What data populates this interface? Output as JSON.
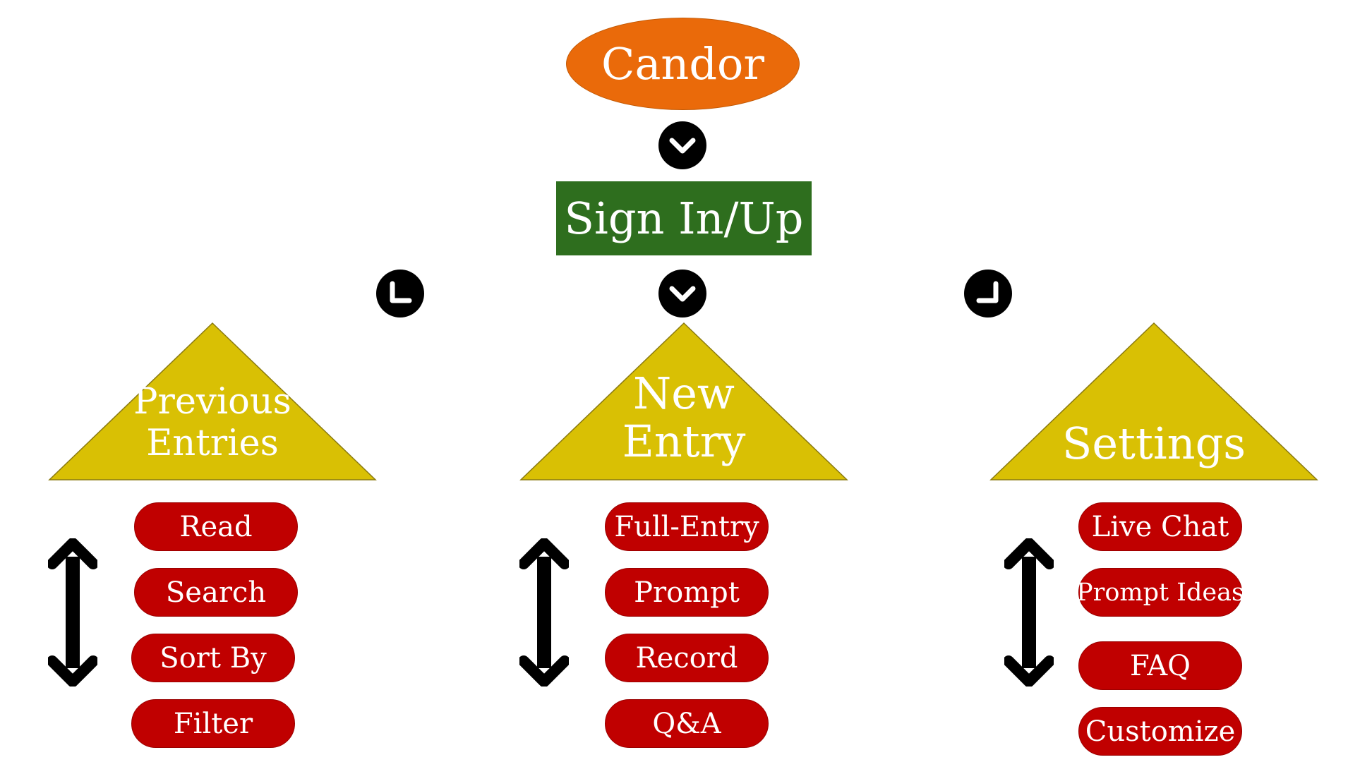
{
  "colors": {
    "root": "#ea6a0a",
    "signin": "#2e6e1e",
    "section": "#d9c004",
    "section_border": "#8a7a10",
    "pill": "#c00000",
    "icon": "#000000"
  },
  "root": {
    "label": "Candor",
    "shape": "ellipse"
  },
  "signin": {
    "label": "Sign In/Up",
    "shape": "rectangle"
  },
  "connectors": [
    {
      "name": "chevron-down-icon",
      "from": "Candor",
      "to": "Sign In/Up"
    },
    {
      "name": "turn-left-icon",
      "from": "Sign In/Up",
      "to": "Previous Entries"
    },
    {
      "name": "chevron-down-icon",
      "from": "Sign In/Up",
      "to": "New Entry"
    },
    {
      "name": "turn-right-icon",
      "from": "Sign In/Up",
      "to": "Settings"
    }
  ],
  "sections": [
    {
      "title_lines": [
        "Previous",
        "Entries"
      ],
      "items": [
        "Read",
        "Search",
        "Sort By",
        "Filter"
      ],
      "icon": "vertical-double-arrow-icon"
    },
    {
      "title_lines": [
        "New",
        "Entry"
      ],
      "items": [
        "Full-Entry",
        "Prompt",
        "Record",
        "Q&A"
      ],
      "icon": "vertical-double-arrow-icon"
    },
    {
      "title_lines": [
        "Settings"
      ],
      "items": [
        "Live Chat",
        "Prompt Ideas",
        "FAQ",
        "Customize"
      ],
      "icon": "vertical-double-arrow-icon"
    }
  ]
}
